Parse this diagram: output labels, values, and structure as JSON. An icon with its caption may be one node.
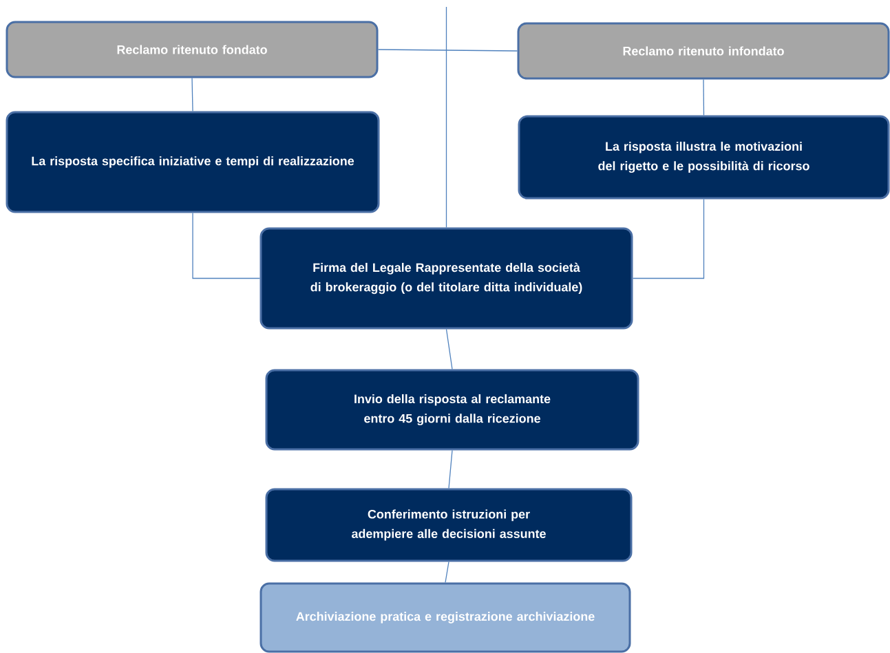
{
  "diagram": {
    "nodes": [
      {
        "text": [
          "Reclamo ritenuto fondato"
        ]
      },
      {
        "text": [
          "Reclamo ritenuto infondato"
        ]
      },
      {
        "text": [
          "La risposta specifica iniziative e tempi di realizzazione"
        ]
      },
      {
        "text": [
          "La risposta illustra le motivazioni del rigetto e le possibilità di ricorso"
        ]
      },
      {
        "text": [
          "Firma del Legale Rappresentate della società di brokeraggio (o del titolare ditta individuale)"
        ]
      },
      {
        "text": [
          "Invio della risposta al reclamante entro 45 giorni dalla ricezione"
        ]
      },
      {
        "text": [
          "Conferimento istruzioni per adempiere alle decisioni assunte"
        ]
      },
      {
        "text": [
          "Archiviazione pratica e registrazione archiviazione"
        ]
      }
    ],
    "edges": [
      {
        "from": 0,
        "to": 1,
        "arrow": "none"
      },
      {
        "from": null,
        "to": 4,
        "arrow": "none"
      },
      {
        "from": 0,
        "to": 2,
        "arrow": "none"
      },
      {
        "from": 1,
        "to": 3,
        "arrow": "none"
      },
      {
        "from": 2,
        "to": 4,
        "arrow": "none"
      },
      {
        "from": 3,
        "to": 4,
        "arrow": "none"
      },
      {
        "from": 4,
        "to": 5,
        "arrow": "none"
      },
      {
        "from": 5,
        "to": 6,
        "arrow": "none"
      },
      {
        "from": 6,
        "to": 7,
        "arrow": "none"
      }
    ]
  }
}
